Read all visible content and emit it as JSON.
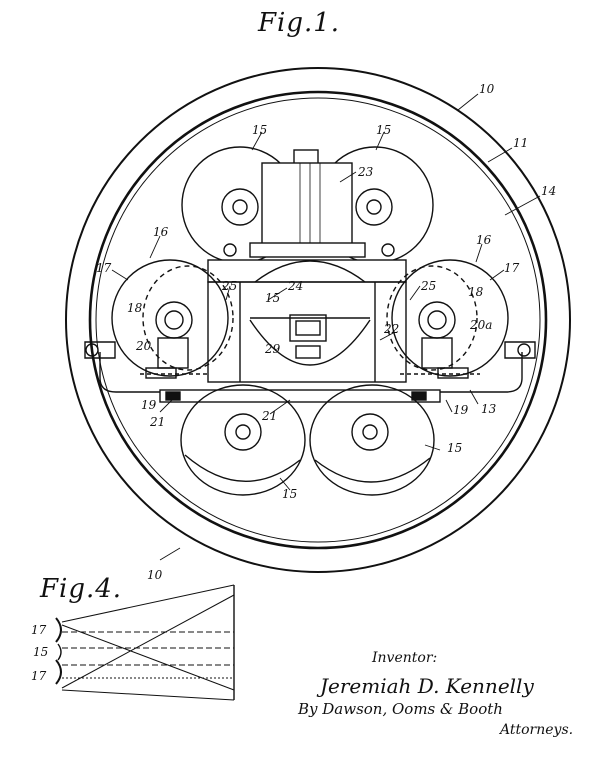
{
  "figures": {
    "fig1_title": "Fig.1.",
    "fig4_title": "Fig.4."
  },
  "labels": {
    "l10_top": "10",
    "l10_bottom": "10",
    "l11": "11",
    "l14": "14",
    "l15_a": "15",
    "l15_b": "15",
    "l15_c": "15",
    "l15_d": "15",
    "l15_e": "15",
    "l16_left": "16",
    "l16_right": "16",
    "l17_left": "17",
    "l17_right": "17",
    "l18_left": "18",
    "l18_right": "18",
    "l19_left": "19",
    "l19_right": "19",
    "l20": "20",
    "l20a": "20a",
    "l21_left": "21",
    "l21_mid": "21",
    "l22": "22",
    "l23": "23",
    "l24": "24",
    "l25_left": "25",
    "l25_right": "25",
    "l29": "29",
    "l13": "13",
    "f4_17_top": "17",
    "f4_15": "15",
    "f4_17_bottom": "17"
  },
  "signature": {
    "inventor_label": "Inventor:",
    "inventor_name": "Jeremiah D. Kennelly",
    "attorneys_names": "By Dawson, Ooms & Booth",
    "attorneys_label": "Attorneys."
  }
}
